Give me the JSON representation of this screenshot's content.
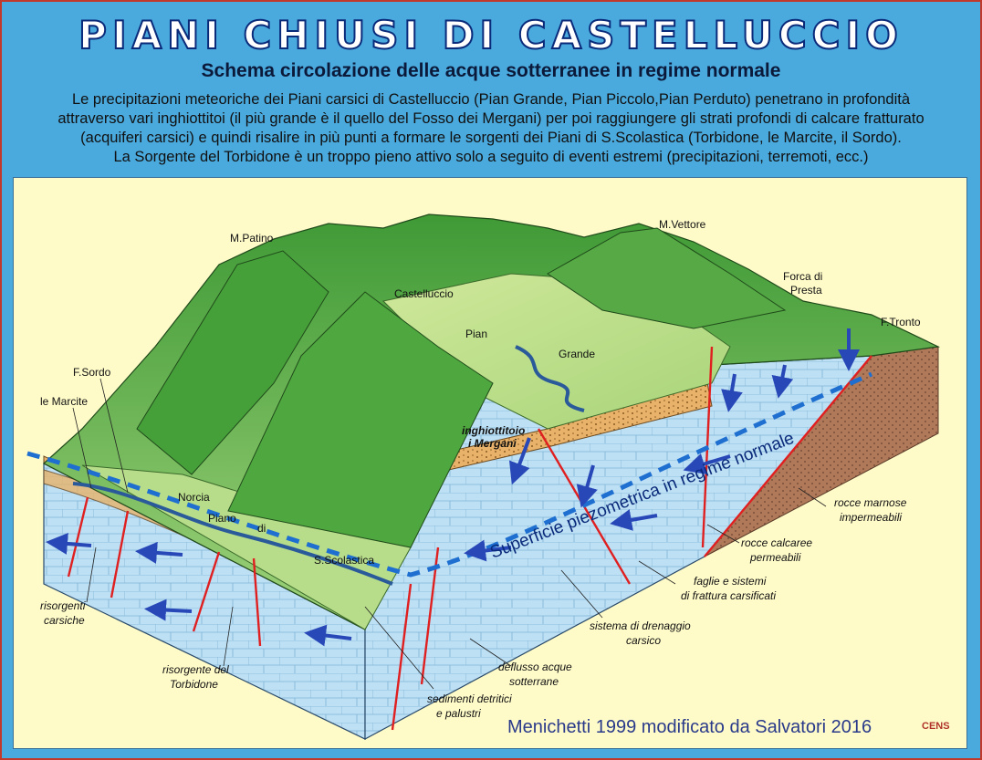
{
  "title": "PIANI CHIUSI DI CASTELLUCCIO",
  "subtitle": "Schema circolazione delle acque sotterranee in regime normale",
  "description": [
    "Le precipitazioni meteoriche dei Piani carsici di Castelluccio (Pian Grande, Pian Piccolo,Pian Perduto) penetrano in profondità",
    "attraverso vari inghiottitoi (il più grande è il quello del Fosso dei Mergani) per poi raggiungere gli strati profondi di calcare fratturato",
    "(acquiferi carsici) e quindi risalire in più punti a formare le sorgenti dei Piani di S.Scolastica (Torbidone, le Marcite, il Sordo).",
    "La Sorgente del Torbidone è un troppo pieno attivo solo a seguito di eventi estremi (precipitazioni, terremoti, ecc.)"
  ],
  "places": {
    "m_patino": "M.Patino",
    "m_vettore": "M.Vettore",
    "castelluccio": "Castelluccio",
    "forca_di": "Forca di",
    "presta": "Presta",
    "f_tronto": "F.Tronto",
    "pian": "Pian",
    "grande": "Grande",
    "f_sordo": "F.Sordo",
    "le_marcite": "le Marcite",
    "norcia": "Norcia",
    "piano": "Piano",
    "di": "di",
    "s_scolastica": "S.Scolastica",
    "inghiottitoio": "inghiottitoio",
    "i_mergani": "i Mergani"
  },
  "piezometric_label": "Superficie piezometrica in regime normale",
  "labels": {
    "rocce_marnose": "rocce marnose",
    "impermeabili": "impermeabili",
    "rocce_calcaree": "rocce calcaree",
    "permeabili": "permeabili",
    "faglie": "faglie e sistemi",
    "frattura": "di frattura carsificati",
    "sistema": "sistema di drenaggio",
    "carsico": "carsico",
    "deflusso": "deflusso acque",
    "sotterrane": "sotterrane",
    "sedimenti": "sedimenti detritici",
    "palustri": "e palustri",
    "risorgenti": "risorgenti",
    "carsiche": "carsiche",
    "risorgente_del": "risorgente del",
    "torbidone": "Torbidone"
  },
  "credit": "Menichetti  1999 modificato da Salvatori 2016",
  "logo": "CENS",
  "colors": {
    "background": "#4aa9dd",
    "panel": "#fffbc9",
    "mountain": "#5fb04a",
    "limestone": "#bde0f5",
    "marl": "#b07a5a",
    "sediment": "#e8b26a",
    "fault": "#e02020",
    "water_arrow": "#2848b8",
    "piezometric": "#1e6fd0"
  }
}
